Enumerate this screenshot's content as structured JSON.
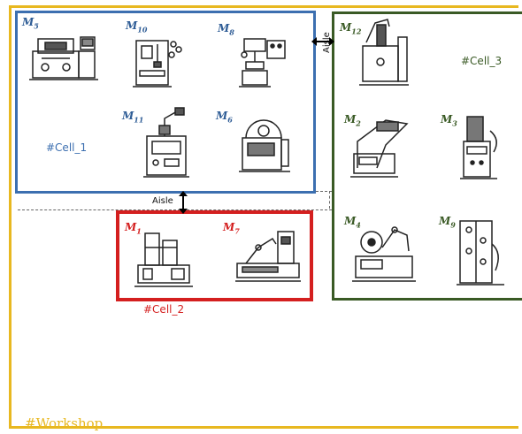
{
  "workshop": {
    "label": "#Workshop",
    "color": "#e8b820"
  },
  "cells": [
    {
      "label": "#Cell_1",
      "color": "#3c6fb0"
    },
    {
      "label": "#Cell_2",
      "color": "#d41f1f"
    },
    {
      "label": "#Cell_3",
      "color": "#3a5a25"
    }
  ],
  "aisles": {
    "horizontal": "Aisle",
    "vertical": "Aisle"
  },
  "machines": [
    {
      "id": "M",
      "sub": "5"
    },
    {
      "id": "M",
      "sub": "10"
    },
    {
      "id": "M",
      "sub": "8"
    },
    {
      "id": "M",
      "sub": "11"
    },
    {
      "id": "M",
      "sub": "6"
    },
    {
      "id": "M",
      "sub": "1"
    },
    {
      "id": "M",
      "sub": "7"
    },
    {
      "id": "M",
      "sub": "12"
    },
    {
      "id": "M",
      "sub": "2"
    },
    {
      "id": "M",
      "sub": "3"
    },
    {
      "id": "M",
      "sub": "4"
    },
    {
      "id": "M",
      "sub": "9"
    }
  ]
}
